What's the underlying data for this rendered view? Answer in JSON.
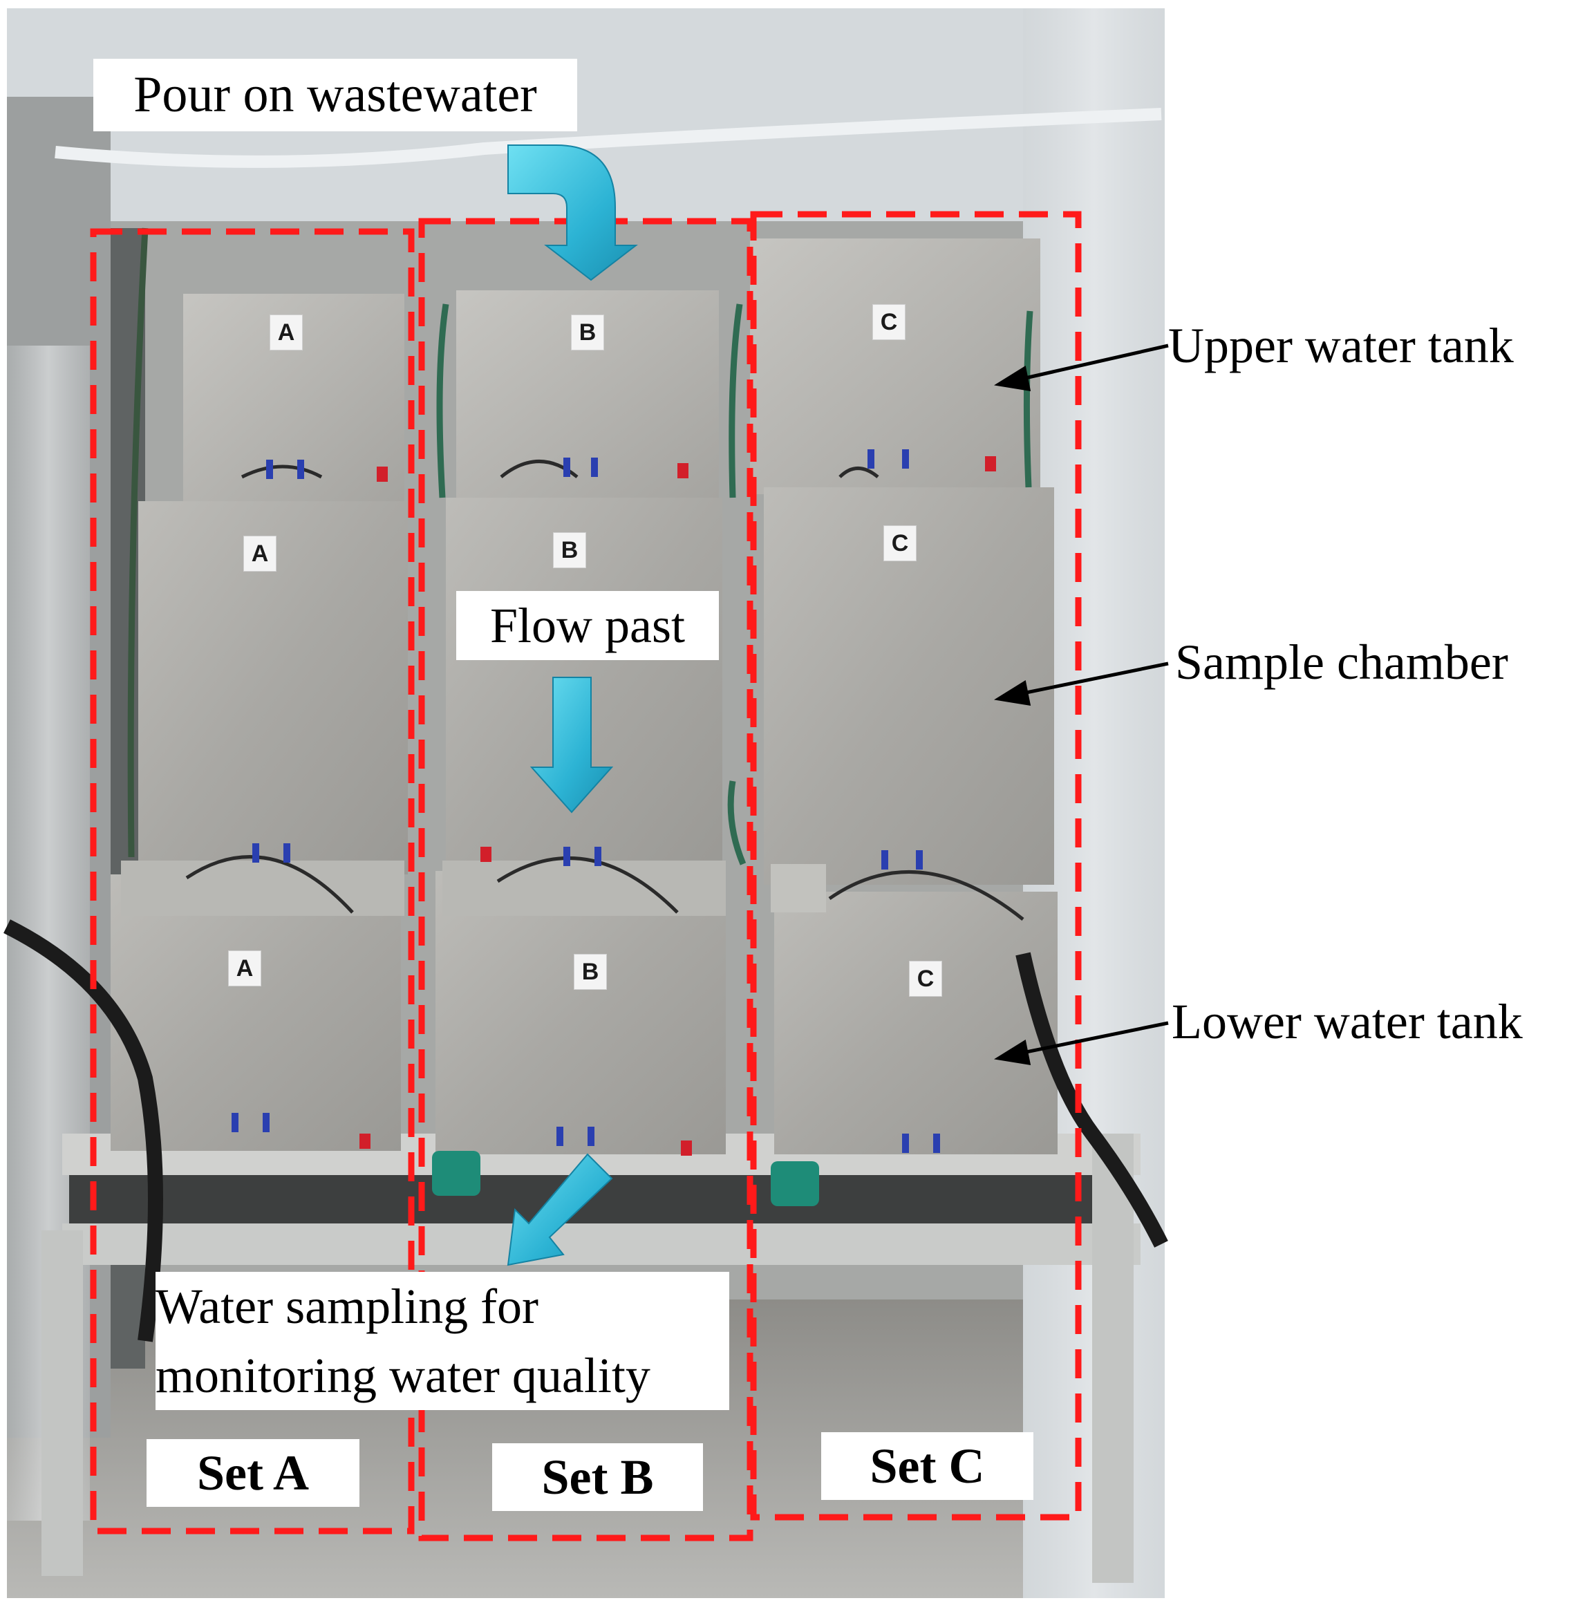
{
  "annotations": {
    "pour": "Pour on wastewater",
    "flow": "Flow past",
    "sampling_line1": "Water sampling for",
    "sampling_line2": "monitoring water quality"
  },
  "side_labels": {
    "upper": "Upper water tank",
    "chamber": "Sample chamber",
    "lower": "Lower water tank"
  },
  "sets": {
    "a": "Set A",
    "b": "Set B",
    "c": "Set C"
  },
  "tank_letters": {
    "a": "A",
    "b": "B",
    "c": "C"
  },
  "colors": {
    "dashed_box": "#ff1a1a",
    "flow_arrow": "#33b8d6",
    "pointer_arrow": "#000000"
  }
}
